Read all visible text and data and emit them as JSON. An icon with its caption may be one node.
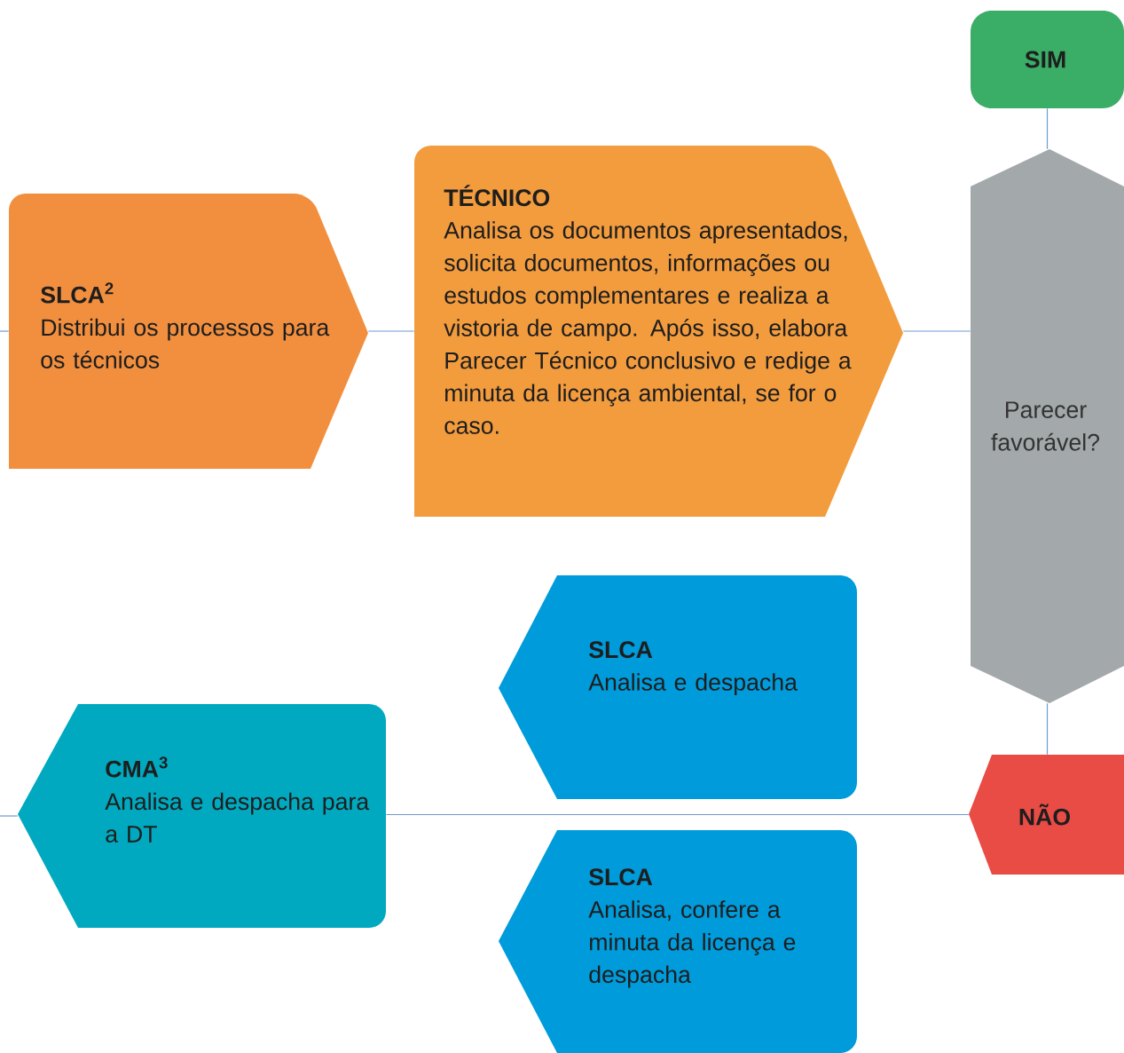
{
  "diagram": {
    "nodes": [
      {
        "text": [
          "SLCA$^{2}$",
          "Distribui os processos para os técnicos"
        ]
      },
      {
        "text": [
          "TÉCNICO",
          "Analisa os documentos apresentados, solicita documentos, informações ou estudos complementares e realiza a vistoria de campo. Após isso, elabora Parecer Técnico conclusivo e redige a minuta da licença ambiental, se for o caso."
        ]
      },
      {
        "text": [
          "SIM"
        ]
      },
      {
        "text": [
          "Parecer favorável?"
        ]
      },
      {
        "text": [
          "SLCA",
          "Analisa e despacha"
        ]
      },
      {
        "text": [
          "CMA$^{3}$",
          "Analisa e despacha para a DT"
        ]
      },
      {
        "text": [
          "NÃO"
        ]
      },
      {
        "text": [
          "SLCA",
          "Analisa, confere a minuta da licença e despacha"
        ]
      }
    ],
    "edges": [
      {
        "from": null,
        "to": 0,
        "arrow": "none"
      },
      {
        "from": 0,
        "to": 1,
        "arrow": "none"
      },
      {
        "from": 1,
        "to": 3,
        "arrow": "none"
      },
      {
        "from": 2,
        "to": 3,
        "arrow": "none"
      },
      {
        "from": 3,
        "to": 6,
        "arrow": "none"
      },
      {
        "from": 6,
        "to": 5,
        "arrow": "none"
      },
      {
        "from": 5,
        "to": null,
        "arrow": "none"
      }
    ]
  }
}
